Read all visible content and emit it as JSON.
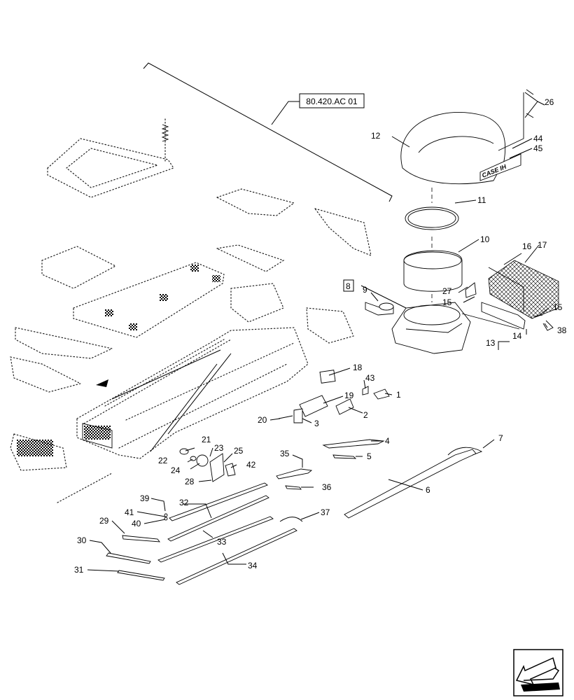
{
  "reference_label": "80.420.AC 01",
  "brand_text": "CASE IH",
  "callouts": [
    {
      "id": "c1",
      "text": "1"
    },
    {
      "id": "c2",
      "text": "2"
    },
    {
      "id": "c3",
      "text": "3"
    },
    {
      "id": "c4",
      "text": "4"
    },
    {
      "id": "c5",
      "text": "5"
    },
    {
      "id": "c6",
      "text": "6"
    },
    {
      "id": "c7",
      "text": "7"
    },
    {
      "id": "c8",
      "text": "8"
    },
    {
      "id": "c9",
      "text": "9"
    },
    {
      "id": "c10",
      "text": "10"
    },
    {
      "id": "c11",
      "text": "11"
    },
    {
      "id": "c12",
      "text": "12"
    },
    {
      "id": "c13",
      "text": "13"
    },
    {
      "id": "c14",
      "text": "14"
    },
    {
      "id": "c15a",
      "text": "15"
    },
    {
      "id": "c15b",
      "text": "15"
    },
    {
      "id": "c16",
      "text": "16"
    },
    {
      "id": "c17",
      "text": "17"
    },
    {
      "id": "c18",
      "text": "18"
    },
    {
      "id": "c19",
      "text": "19"
    },
    {
      "id": "c20",
      "text": "20"
    },
    {
      "id": "c21",
      "text": "21"
    },
    {
      "id": "c22",
      "text": "22"
    },
    {
      "id": "c23",
      "text": "23"
    },
    {
      "id": "c24",
      "text": "24"
    },
    {
      "id": "c25",
      "text": "25"
    },
    {
      "id": "c26",
      "text": "26"
    },
    {
      "id": "c27",
      "text": "27"
    },
    {
      "id": "c28",
      "text": "28"
    },
    {
      "id": "c29",
      "text": "29"
    },
    {
      "id": "c30",
      "text": "30"
    },
    {
      "id": "c31",
      "text": "31"
    },
    {
      "id": "c32",
      "text": "32"
    },
    {
      "id": "c33",
      "text": "33"
    },
    {
      "id": "c34",
      "text": "34"
    },
    {
      "id": "c35",
      "text": "35"
    },
    {
      "id": "c36",
      "text": "36"
    },
    {
      "id": "c37",
      "text": "37"
    },
    {
      "id": "c38",
      "text": "38"
    },
    {
      "id": "c39",
      "text": "39"
    },
    {
      "id": "c40",
      "text": "40"
    },
    {
      "id": "c41",
      "text": "41"
    },
    {
      "id": "c42",
      "text": "42"
    },
    {
      "id": "c43",
      "text": "43"
    },
    {
      "id": "c44",
      "text": "44"
    },
    {
      "id": "c45",
      "text": "45"
    }
  ],
  "icons": {
    "navigation": "back-arrow-icon"
  }
}
